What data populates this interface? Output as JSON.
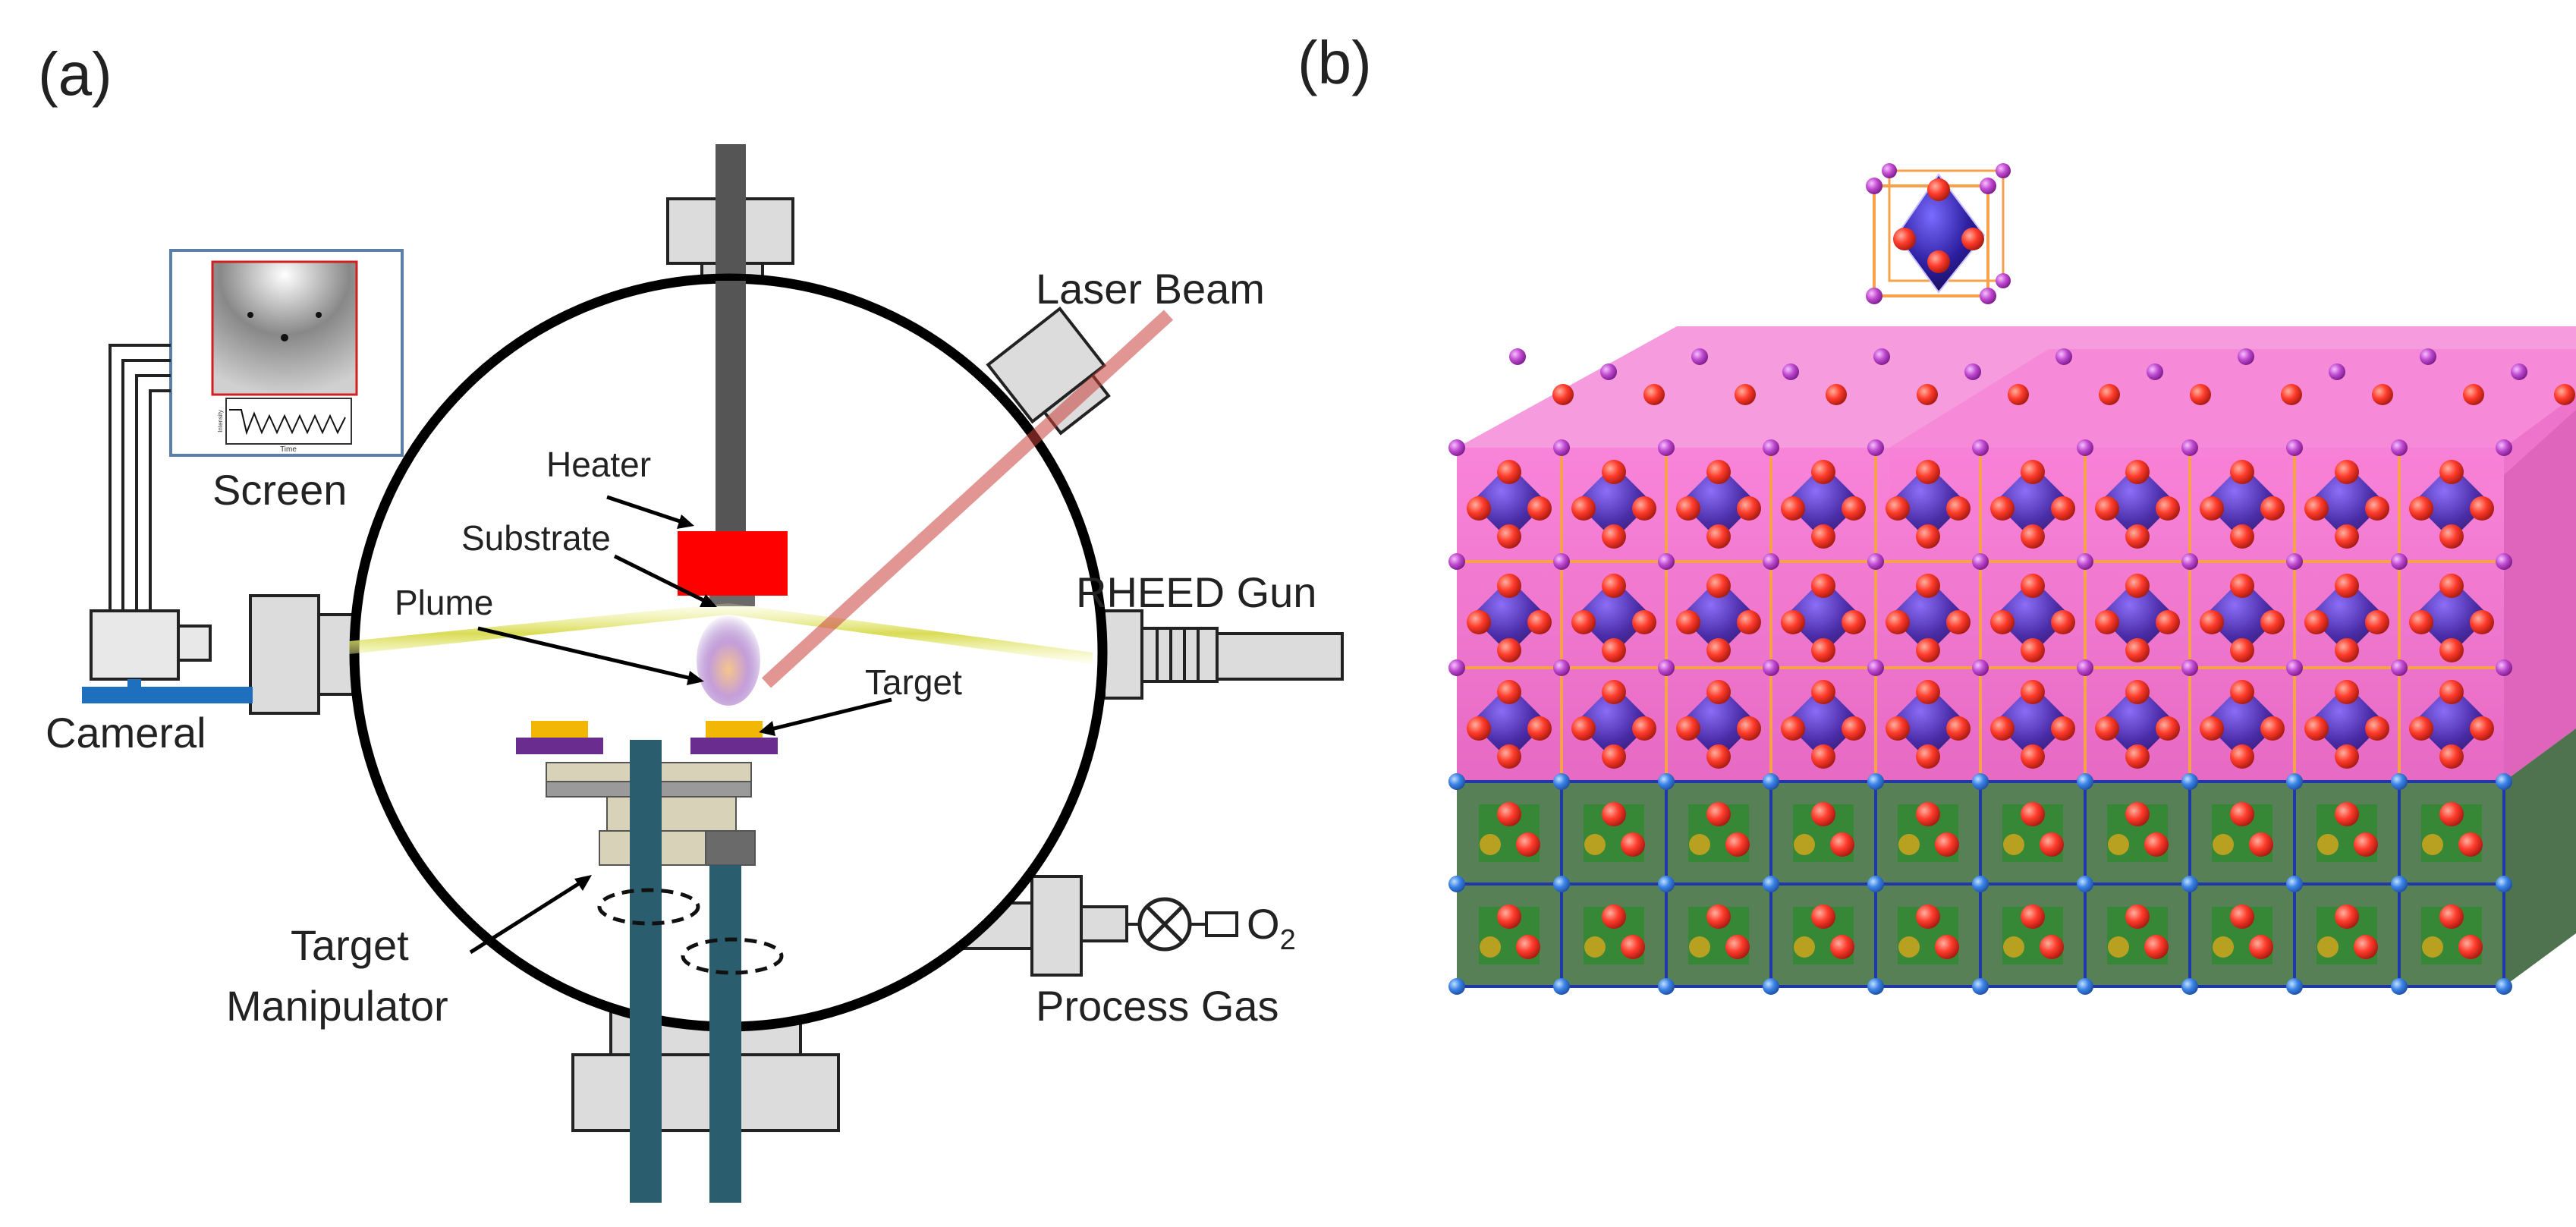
{
  "panels": {
    "a": {
      "label": "(a)"
    },
    "b": {
      "label": "(b)"
    }
  },
  "labels": {
    "laser_beam": "Laser Beam",
    "screen": "Screen",
    "heater": "Heater",
    "substrate": "Substrate",
    "plume": "Plume",
    "rheed_gun": "RHEED Gun",
    "target": "Target",
    "camera": "Cameral",
    "target_manipulator_line1": "Target",
    "target_manipulator_line2": "Manipulator",
    "o2_base": "O",
    "o2_sub": "2",
    "process_gas": "Process Gas"
  },
  "screen_plot": {
    "x_label": "Time",
    "y_label": "Intensity"
  },
  "colors": {
    "chamber": "#000000",
    "heater": "#ff0000",
    "laser": "#c9403a",
    "rheed_beam": "#e6e86a",
    "rod": "#2a5d6e",
    "target_disc": "#f2b705",
    "target_holder": "#6a2d8f",
    "camera_mount": "#1f6fbf",
    "film_pink": "#f24fc0",
    "substrate_green": "#2b8a2b",
    "atom_red": "#ff3b2b",
    "atom_blue": "#3b82e6",
    "octahedron": "#2d1fa0"
  }
}
